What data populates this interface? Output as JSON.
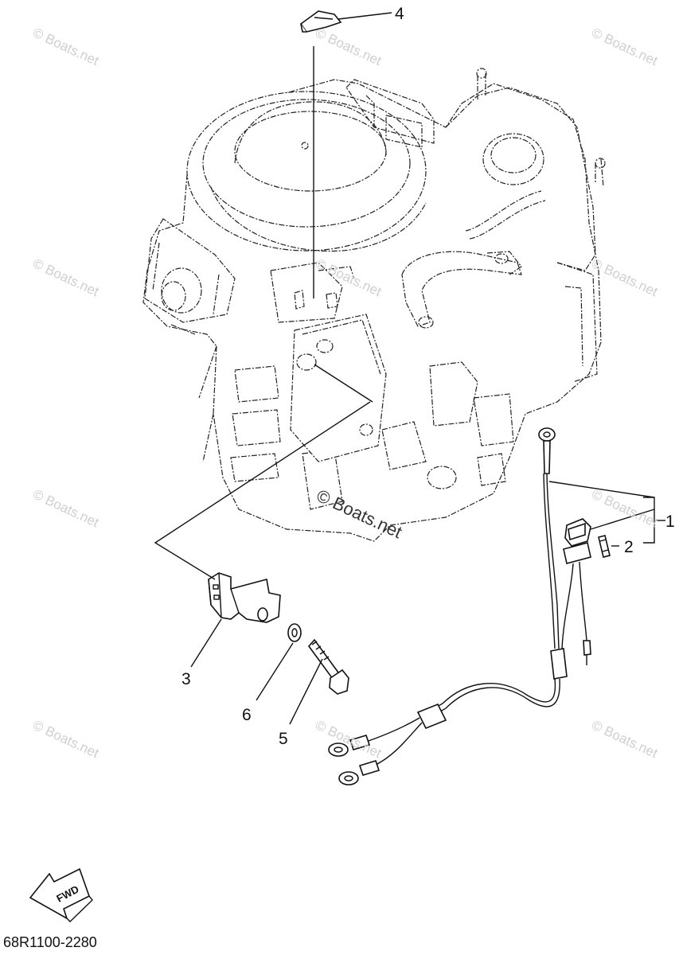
{
  "callouts": [
    {
      "id": "1",
      "label": "1"
    },
    {
      "id": "2",
      "label": "2"
    },
    {
      "id": "3",
      "label": "3"
    },
    {
      "id": "4",
      "label": "4"
    },
    {
      "id": "5",
      "label": "5"
    },
    {
      "id": "6",
      "label": "6"
    }
  ],
  "watermark": {
    "text": "© Boats.net",
    "main_text": "© Boats.net"
  },
  "fwd_label": "FWD",
  "diagram_code": "68R1100-2280"
}
